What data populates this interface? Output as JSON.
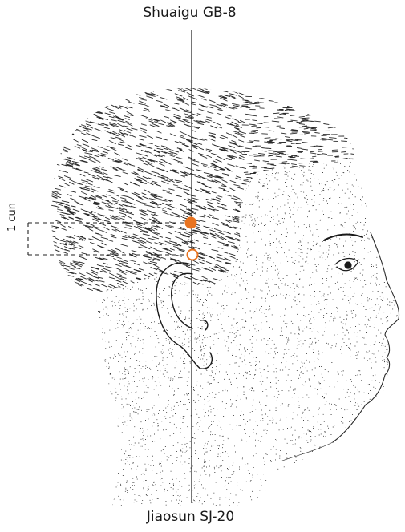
{
  "labels": {
    "upper_point": "Shuaigu GB-8",
    "lower_point": "Jiaosun SJ-20",
    "measure": "1 cun"
  },
  "colors": {
    "point_fill": "#e8731f",
    "line": "#1a1a1a",
    "sketch": "#2a2a2a"
  },
  "icons": {
    "upper_point": "filled-circle-marker",
    "lower_point": "hollow-circle-marker"
  }
}
